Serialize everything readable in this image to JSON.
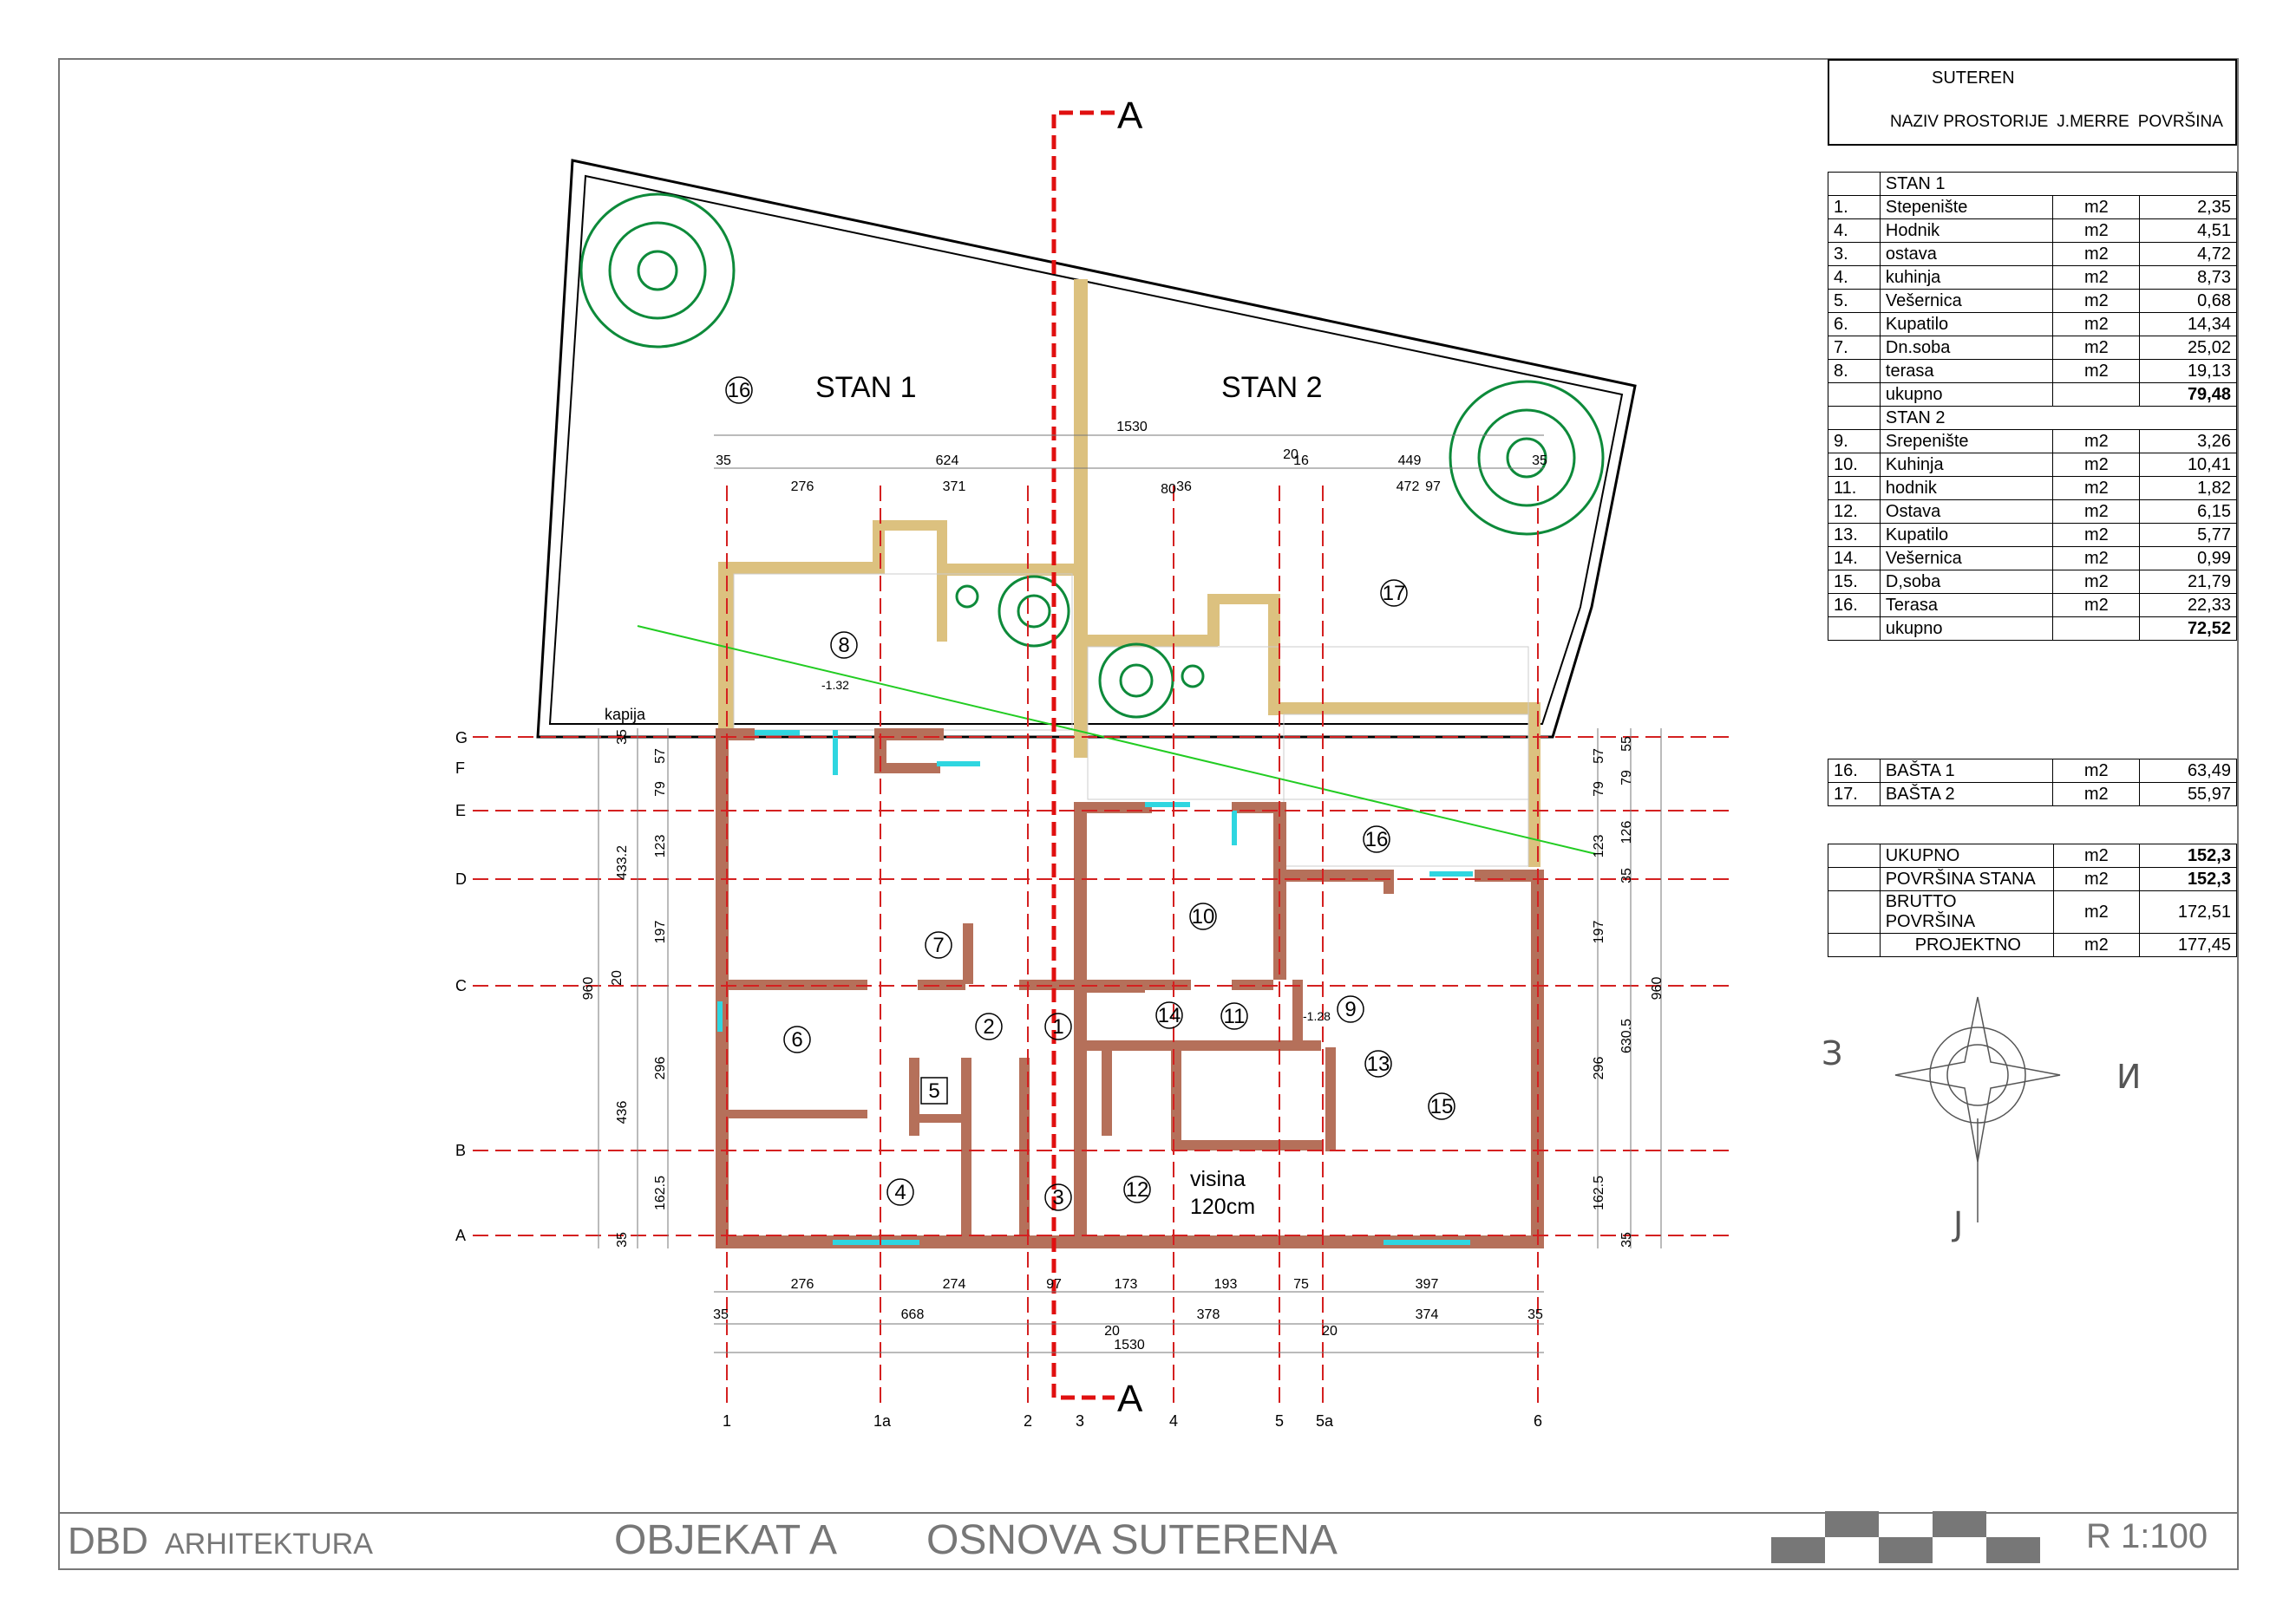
{
  "section_marker": "A",
  "unit_labels": [
    "STAN 1",
    "STAN 2"
  ],
  "gate_label": "kapija",
  "height_note": [
    "visina",
    "120cm"
  ],
  "levels": [
    "-1.32",
    "-1.28"
  ],
  "room_numbers": [
    "16",
    "8",
    "17",
    "7",
    "10",
    "16",
    "6",
    "2",
    "1",
    "14",
    "11",
    "9",
    "5",
    "13",
    "15",
    "4",
    "3",
    "12"
  ],
  "grid_rows": [
    "G",
    "F",
    "E",
    "D",
    "C",
    "B",
    "A"
  ],
  "grid_cols": [
    "1",
    "1a",
    "2",
    "3",
    "4",
    "5",
    "5a",
    "6"
  ],
  "dims_top": {
    "total": "1530",
    "segments_a": [
      "35",
      "624",
      "20",
      "16",
      "449",
      "35"
    ],
    "segments_b": [
      "276",
      "371",
      "80",
      "36",
      "472",
      "97"
    ]
  },
  "dims_bottom": {
    "segments_a": [
      "276",
      "274",
      "97",
      "173",
      "193",
      "75",
      "397"
    ],
    "segments_b": [
      "35",
      "668",
      "20",
      "378",
      "20",
      "374",
      "35"
    ],
    "total": "1530"
  },
  "dims_left": {
    "inner": [
      "35",
      "57",
      "79",
      "123",
      "197",
      "20",
      "296",
      "162.5",
      "35"
    ],
    "outer": [
      "433.2",
      "436"
    ],
    "total": "960"
  },
  "dims_right": {
    "inner": [
      "57",
      "79",
      "123",
      "35",
      "197",
      "296",
      "162.5",
      "35"
    ],
    "outer": [
      "55",
      "79",
      "126",
      "35",
      "630.5"
    ],
    "total": "960"
  },
  "compass_letters": [
    "З",
    "И",
    "Ј"
  ],
  "table": {
    "title": "SUTEREN",
    "headers": [
      "NAZIV PROSTORIJE",
      "J.MERRE",
      "POVRŠINA"
    ],
    "stan1_label": "STAN 1",
    "stan1_rows": [
      [
        "1.",
        "Stepenište",
        "m2",
        "2,35"
      ],
      [
        "4.",
        "Hodnik",
        "m2",
        "4,51"
      ],
      [
        "3.",
        "ostava",
        "m2",
        "4,72"
      ],
      [
        "4.",
        "kuhinja",
        "m2",
        "8,73"
      ],
      [
        "5.",
        "Vešernica",
        "m2",
        "0,68"
      ],
      [
        "6.",
        "Kupatilo",
        "m2",
        "14,34"
      ],
      [
        "7.",
        "Dn.soba",
        "m2",
        "25,02"
      ],
      [
        "8.",
        "terasa",
        "m2",
        "19,13"
      ]
    ],
    "stan1_total": [
      "ukupno",
      "79,48"
    ],
    "stan2_label": "STAN 2",
    "stan2_rows": [
      [
        "9.",
        "Srepenište",
        "m2",
        "3,26"
      ],
      [
        "10.",
        "Kuhinja",
        "m2",
        "10,41"
      ],
      [
        "11.",
        "hodnik",
        "m2",
        "1,82"
      ],
      [
        "12.",
        "Ostava",
        "m2",
        "6,15"
      ],
      [
        "13.",
        "Kupatilo",
        "m2",
        "5,77"
      ],
      [
        "14.",
        "Vešernica",
        "m2",
        "0,99"
      ],
      [
        "15.",
        "D,soba",
        "m2",
        "21,79"
      ],
      [
        "16.",
        "Terasa",
        "m2",
        "22,33"
      ]
    ],
    "stan2_total": [
      "ukupno",
      "72,52"
    ],
    "garden_rows": [
      [
        "16.",
        "BAŠTA 1",
        "m2",
        "63,49"
      ],
      [
        "17.",
        "BAŠTA 2",
        "m2",
        "55,97"
      ]
    ],
    "summary_rows": [
      [
        "UKUPNO",
        "m2",
        "152,3"
      ],
      [
        "POVRŠINA STANA",
        "m2",
        "152,3"
      ],
      [
        "BRUTTO POVRŠINA",
        "m2",
        "172,51"
      ],
      [
        "PROJEKTNO",
        "m2",
        "177,45"
      ]
    ]
  },
  "title_block": {
    "firm_main": "DBD",
    "firm_sub": "ARHITEKTURA",
    "object": "OBJEKAT A",
    "drawing": "OSNOVA SUTERENA",
    "scale": "R 1:100"
  },
  "colors": {
    "wall": "#b5705a",
    "wall_dark": "#a8604a",
    "garden_wall": "#dcc17f",
    "section_line": "#e01010",
    "grid_line": "#d42020",
    "window": "#2fd6e0",
    "tree": "#0d8a3a",
    "slope": "#22cc22"
  }
}
